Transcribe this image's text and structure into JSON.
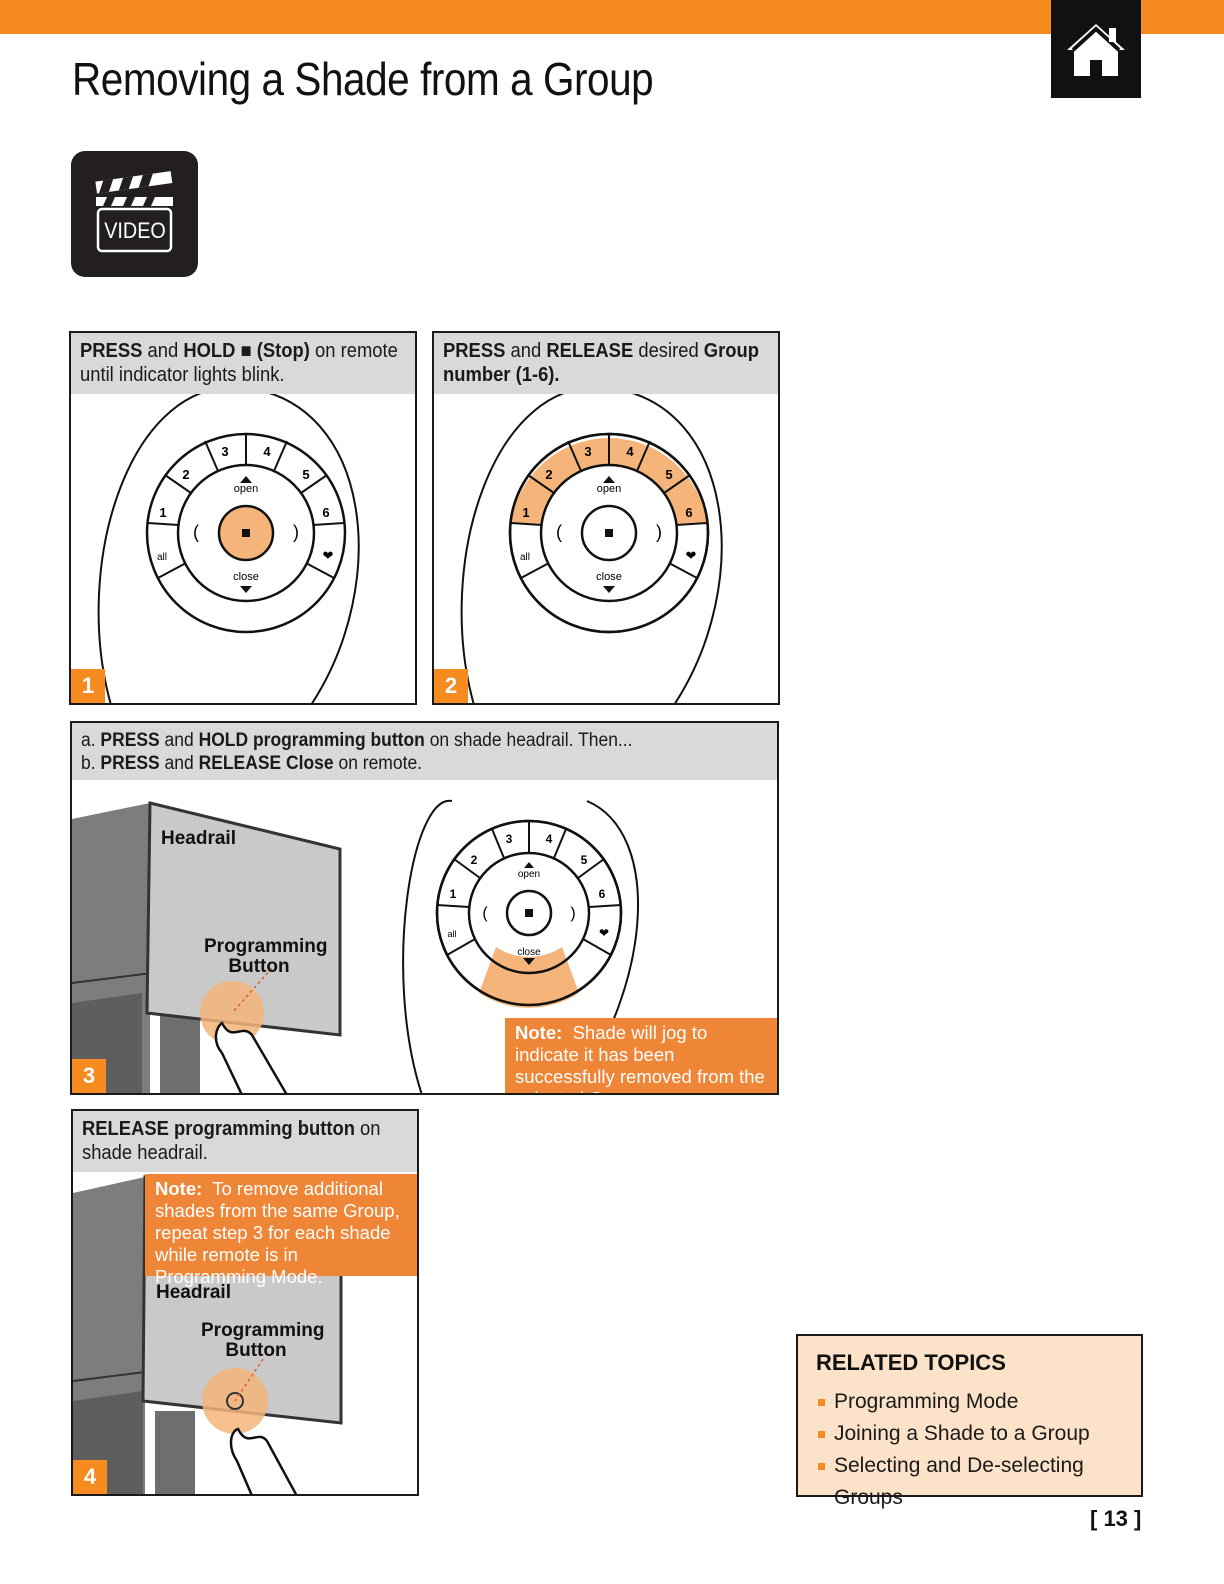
{
  "header": {
    "title": "Removing a Shade from a Group",
    "home_icon": "home-icon",
    "accent_color": "#f68b1f"
  },
  "video": {
    "label": "VIDEO",
    "icon": "clapperboard-icon"
  },
  "remote": {
    "open": "open",
    "close": "close",
    "all": "all",
    "numbers": [
      "1",
      "2",
      "3",
      "4",
      "5",
      "6"
    ]
  },
  "steps": [
    {
      "number": "1",
      "instruction": [
        {
          "text": "PRESS",
          "bold": true
        },
        {
          "text": " and ",
          "bold": false
        },
        {
          "text": "HOLD ■ (Stop)",
          "bold": true
        },
        {
          "text": " on remote until indicator lights blink.",
          "bold": false
        }
      ]
    },
    {
      "number": "2",
      "instruction": [
        {
          "text": "PRESS",
          "bold": true
        },
        {
          "text": " and ",
          "bold": false
        },
        {
          "text": "RELEASE",
          "bold": true
        },
        {
          "text": " desired ",
          "bold": false
        },
        {
          "text": "Group number (1-6).",
          "bold": true
        }
      ]
    },
    {
      "number": "3",
      "line_a": [
        {
          "text": "a. ",
          "bold": false
        },
        {
          "text": "PRESS",
          "bold": true
        },
        {
          "text": " and ",
          "bold": false
        },
        {
          "text": "HOLD programming button",
          "bold": true
        },
        {
          "text": " on shade headrail. Then...",
          "bold": false
        }
      ],
      "line_b": [
        {
          "text": "b. ",
          "bold": false
        },
        {
          "text": "PRESS",
          "bold": true
        },
        {
          "text": " and ",
          "bold": false
        },
        {
          "text": "RELEASE Close",
          "bold": true
        },
        {
          "text": " on remote.",
          "bold": false
        }
      ],
      "headrail_label": "Headrail",
      "button_label_1": "Programming",
      "button_label_2": "Button",
      "note_label": "Note:",
      "note_text": "Shade will jog to indicate it has been successfully removed from the selected Group."
    },
    {
      "number": "4",
      "instruction": [
        {
          "text": "RELEASE programming button",
          "bold": true
        },
        {
          "text": " on shade headrail.",
          "bold": false
        }
      ],
      "headrail_label": "Headrail",
      "button_label_1": "Programming",
      "button_label_2": "Button",
      "note_label": "Note:",
      "note_text": "To remove additional shades from the same Group, repeat step 3 for each shade while remote is in Programming Mode."
    }
  ],
  "related": {
    "title": "RELATED TOPICS",
    "items": [
      "Programming Mode",
      "Joining a Shade to a Group",
      "Selecting and De-selecting Groups"
    ]
  },
  "page_number": "[ 13 ]"
}
